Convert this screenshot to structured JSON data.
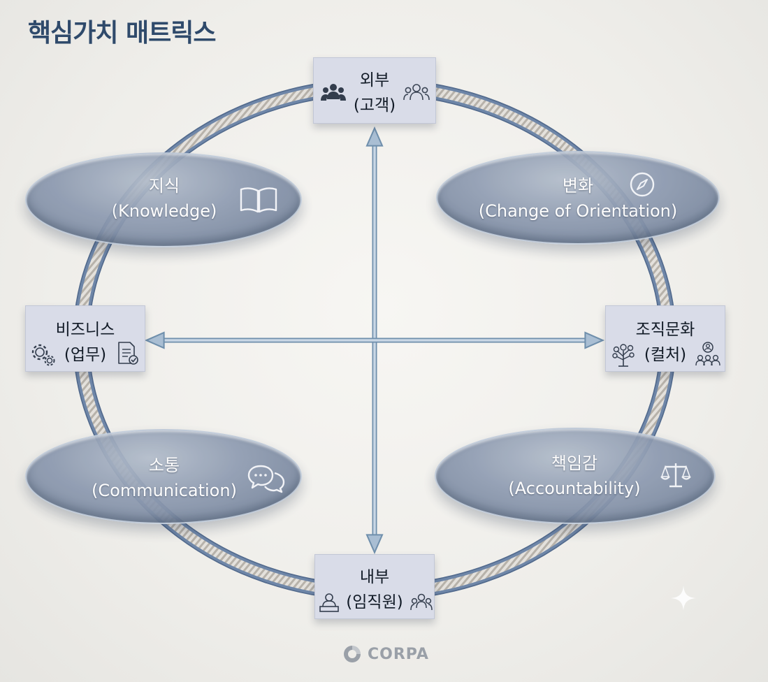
{
  "title": "핵심가치 매트릭스",
  "nodes": {
    "top": {
      "line1": "외부",
      "line2": "(고객)"
    },
    "bottom": {
      "line1": "내부",
      "line2": "(임직원)"
    },
    "left": {
      "line1": "비즈니스",
      "line2": "(업무)"
    },
    "right": {
      "line1": "조직문화",
      "line2": "(컬처)"
    }
  },
  "values": {
    "knowledge": {
      "ko": "지식",
      "en": "(Knowledge)"
    },
    "change": {
      "ko": "변화",
      "en": "(Change of Orientation)"
    },
    "communication": {
      "ko": "소통",
      "en": "(Communication)"
    },
    "accountability": {
      "ko": "책임감",
      "en": "(Accountability)"
    }
  },
  "brand": {
    "name": "CORPA"
  }
}
